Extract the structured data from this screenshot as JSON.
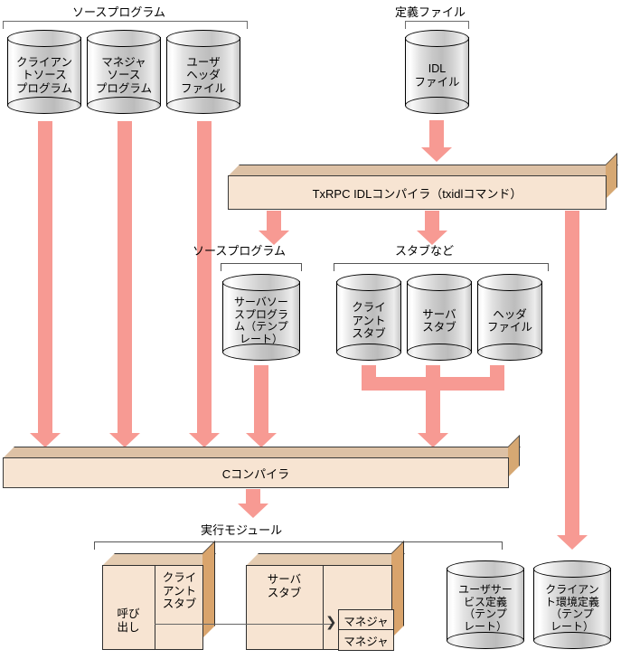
{
  "diagram": {
    "title": "TxRPC IDL compiler build flow",
    "accent_pink": "#f79a93",
    "box_face": "#f7e4d2",
    "cylinder_gray": "#c9c9c9"
  },
  "groups": {
    "source_program_top": "ソースプログラム",
    "definition_file": "定義ファイル",
    "source_program_mid": "ソースプログラム",
    "stubs_etc": "スタブなど",
    "exec_module": "実行モジュール"
  },
  "cylinders": {
    "client_source": [
      "クライアン",
      "トソース",
      "プログラム"
    ],
    "manager_source": [
      "マネジャ",
      "ソース",
      "プログラム"
    ],
    "user_header": [
      "ユーザ",
      "ヘッダ",
      "ファイル"
    ],
    "idl_file": [
      "IDL",
      "ファイル"
    ],
    "server_source_template": [
      "サーバソー",
      "スプログラ",
      "ム（テンプ",
      "レート）"
    ],
    "client_stub": [
      "クライ",
      "アント",
      "スタブ"
    ],
    "server_stub": [
      "サーバ",
      "スタブ"
    ],
    "header_file": [
      "ヘッダ",
      "ファイル"
    ],
    "user_service_def": [
      "ユーザサー",
      "ビス定義",
      "（テンプ",
      "レート）"
    ],
    "client_env_def": [
      "クライアン",
      "ト環境定義",
      "（テンプ",
      "レート）"
    ]
  },
  "bars": {
    "idl_compiler": "TxRPC IDLコンパイラ（txidlコマンド）",
    "c_compiler": "Cコンパイラ"
  },
  "module": {
    "call": [
      "呼び",
      "出し"
    ],
    "client_stub": [
      "クライ",
      "アント",
      "スタブ"
    ],
    "server_stub": [
      "サーバ",
      "スタブ"
    ],
    "manager_1": "マネジャ",
    "manager_2": "マネジャ"
  },
  "icons": {
    "down_arrow": "down-arrow-icon",
    "merge_arrow": "merge-arrow-icon",
    "call_arrow": "call-arrow-icon"
  }
}
